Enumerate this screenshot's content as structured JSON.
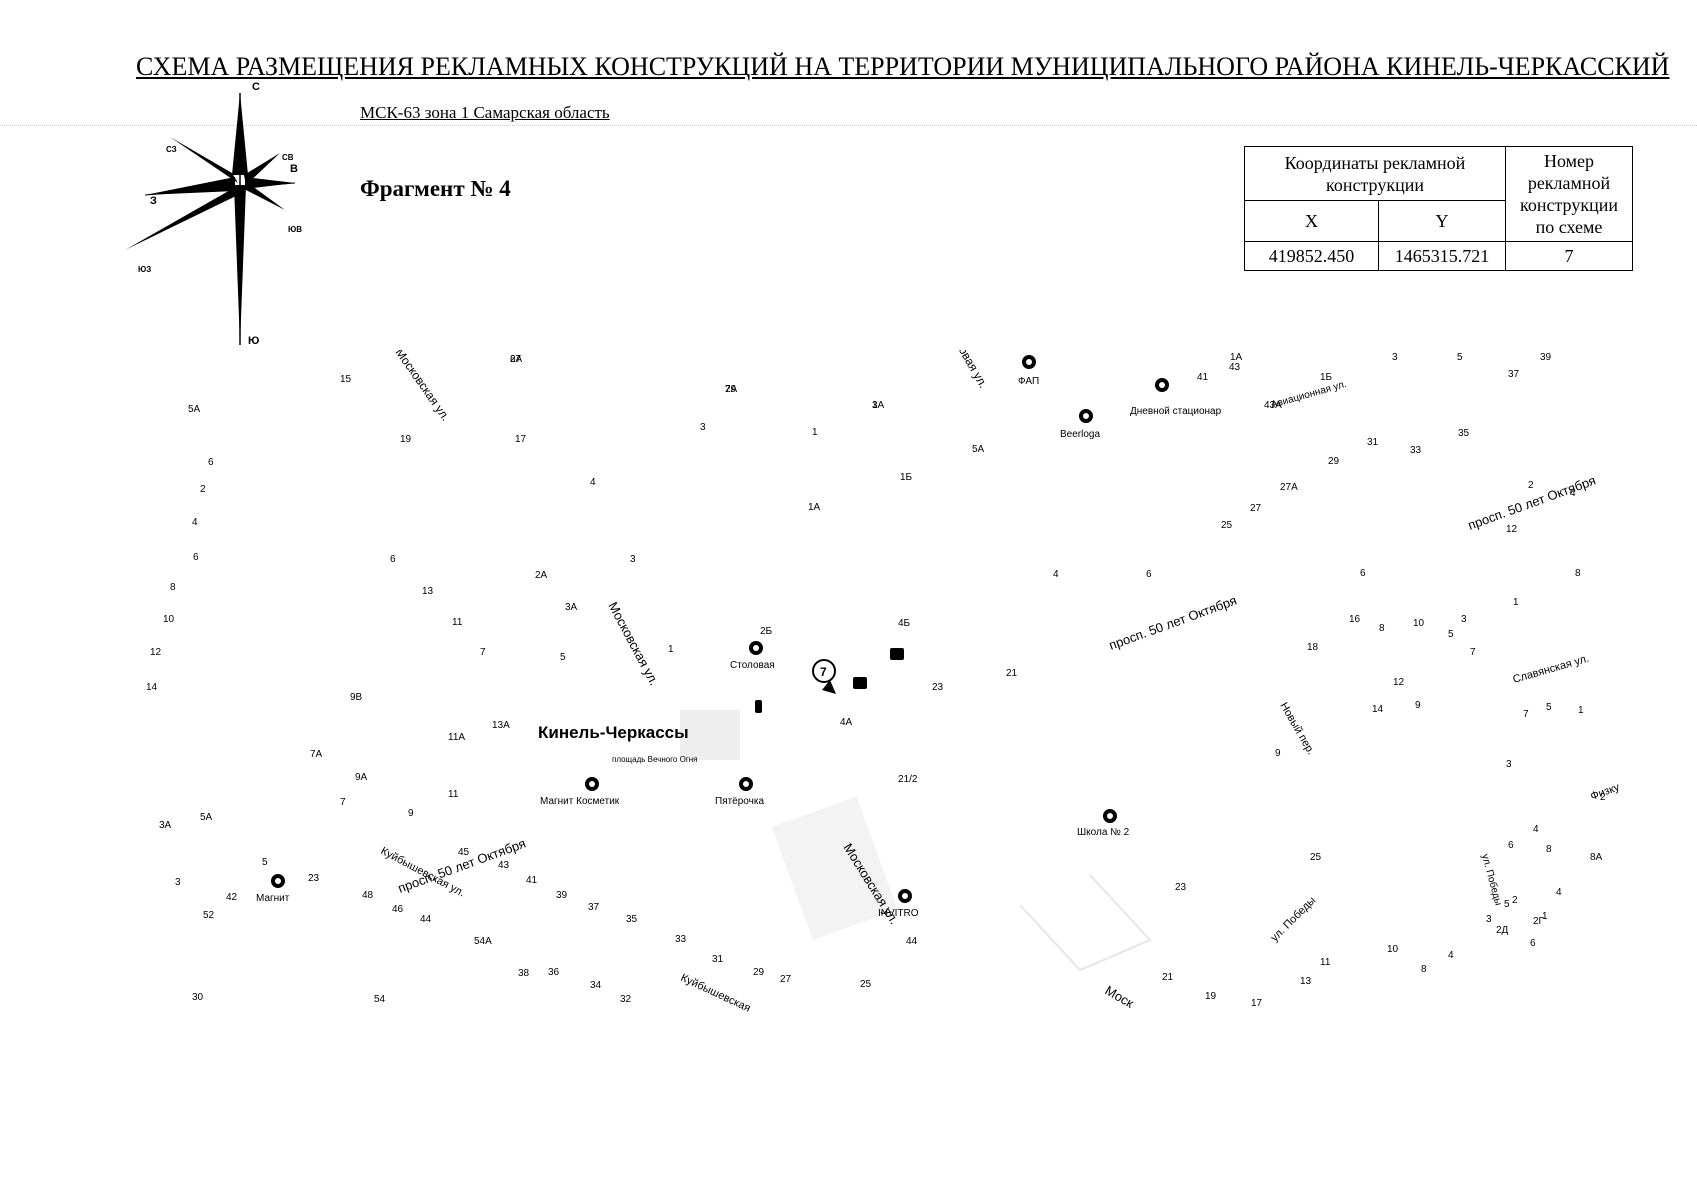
{
  "header": {
    "title": "СХЕМА РАЗМЕЩЕНИЯ РЕКЛАМНЫХ КОНСТРУКЦИЙ НА ТЕРРИТОРИИ МУНИЦИПАЛЬНОГО РАЙОНА КИНЕЛЬ-ЧЕРКАССКИЙ",
    "subtitle": "МСК-63 зона 1 Самарская область",
    "fragment": "Фрагмент № 4"
  },
  "compass": {
    "n": "С",
    "s": "Ю",
    "e": "В",
    "w": "З",
    "ne": "СВ",
    "nw": "СЗ",
    "se": "ЮВ",
    "sw": "ЮЗ"
  },
  "coords_table": {
    "header_coords": "Координаты рекламной конструкции",
    "header_number": "Номер рекламной конструкции по схеме",
    "col_x": "X",
    "col_y": "Y",
    "x": "419852.450",
    "y": "1465315.721",
    "number": "7"
  },
  "map": {
    "town": "Кинель-Черкассы",
    "marker": "7",
    "streets": {
      "moskovskaya_top": "Московская ул.",
      "moskovskaya_mid": "Московская ул.",
      "moskovskaya_low": "Московская ул.",
      "moskovskaya_bottom": "Моск",
      "novaya": "Новая ул.",
      "aviatsionnaya": "Авиационная ул.",
      "pr50_right": "просп. 50 лет Октября",
      "pr50_mid": "просп. 50 лет Октября",
      "pr50_left": "просп. 50 лет Октября",
      "kuibyshevskaya": "Куйбышевская ул.",
      "kuibyshevskaya2": "Куйбышевская",
      "slavyanskaya": "Славянская ул.",
      "novy_per": "Новый пер.",
      "pobedy": "ул. Победы",
      "pobedy2": "ул. Победы",
      "fizku": "Физку"
    },
    "pois": {
      "fap": "ФАП",
      "dnevnoy": "Дневной стационар",
      "beerloga": "Beerloga",
      "stolovaya": "Столовая",
      "magnit_kosmetik": "Магнит Косметик",
      "pyaterochka": "Пятёрочка",
      "shkola": "Школа № 2",
      "invitro": "INVITRO",
      "magnit": "Магнит",
      "ploshchad": "площадь Вечного Огня"
    },
    "house_numbers": [
      "6А",
      "7А",
      "3А",
      "5А",
      "15",
      "19",
      "17",
      "6",
      "2",
      "4",
      "6",
      "8",
      "10",
      "12",
      "14",
      "6",
      "13",
      "11",
      "7",
      "5",
      "3",
      "2А",
      "3А",
      "1",
      "1А",
      "1Б",
      "2Б",
      "1",
      "3",
      "4",
      "5А",
      "9В",
      "13А",
      "11А",
      "7А",
      "9А",
      "3А",
      "5А",
      "5",
      "3",
      "9",
      "11",
      "7",
      "45",
      "43",
      "41",
      "39",
      "37",
      "35",
      "33",
      "31",
      "29",
      "27",
      "25",
      "23",
      "48",
      "46",
      "44",
      "42",
      "52",
      "54А",
      "38",
      "36",
      "34",
      "32",
      "30",
      "54",
      "44",
      "21/2",
      "4А",
      "4Б",
      "23",
      "21",
      "4",
      "6",
      "25",
      "27",
      "27А",
      "29",
      "31",
      "33",
      "35",
      "37",
      "39",
      "41",
      "43",
      "43А",
      "1А",
      "1Б",
      "3",
      "5",
      "6",
      "8",
      "10",
      "12",
      "2",
      "4",
      "8",
      "1",
      "3",
      "5",
      "7",
      "9",
      "12",
      "14",
      "16",
      "18",
      "9",
      "7",
      "5",
      "3",
      "1",
      "2",
      "4",
      "6",
      "8",
      "8А",
      "4",
      "2Г",
      "2Д",
      "2",
      "1",
      "3",
      "5",
      "4",
      "6",
      "8",
      "10",
      "11",
      "13",
      "17",
      "19",
      "21",
      "23",
      "25",
      "27",
      "29",
      "1"
    ]
  }
}
